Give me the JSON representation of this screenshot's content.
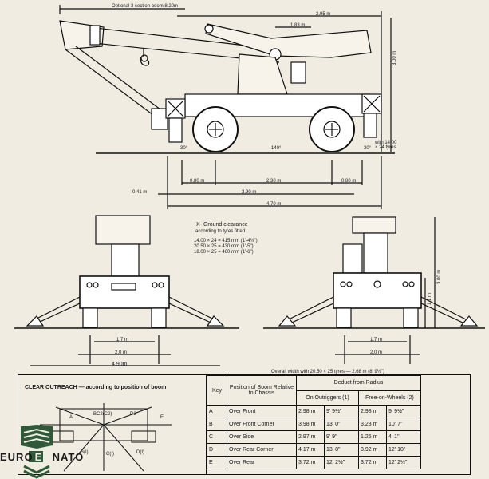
{
  "top": {
    "boom_label": "Optional 3 section boom 8.20m",
    "dim_overall_length_top": "2.95 m",
    "dim_jib": "1.83 m",
    "dim_height": "3.00 m",
    "tyre_note": "with 14.00 × 24 tyres",
    "angle_left": "30°",
    "angle_center": "140°",
    "angle_right": "30°",
    "dim_080_left": "0.80 m",
    "dim_230": "2.30 m",
    "dim_080_right": "0.80 m",
    "dim_041": "0.41 m",
    "dim_390": "3.90 m",
    "dim_470": "4.70 m"
  },
  "clearance": {
    "title": "X- Ground clearance",
    "subtitle": "according to tyres fitted",
    "lines": [
      "14.00 × 24 = 415 mm (1'-4½\")",
      "20.50 × 25 = 430 mm (1'-5\")",
      "18.00 × 25 = 460 mm (1'-6\")"
    ]
  },
  "front": {
    "dim_17": "1.7 m",
    "dim_20": "2.0 m",
    "dim_490": "4.90m"
  },
  "rear": {
    "dim_17": "1.7 m",
    "dim_20": "2.0 m",
    "dim_300": "3.00 m",
    "dim_11": "1.1 m",
    "overall_width": "Overall width with 20.50 × 25 tyres — 2.68 m (8' 9½\")"
  },
  "table": {
    "clear_outreach": "CLEAR OUTREACH — according to position of boom",
    "diagram_labels": {
      "a": "A",
      "bc2": "BC2(C2)",
      "d2": "D2",
      "e": "E",
      "b1": "B(I)",
      "c1": "C(I)",
      "d1": "D(I)"
    },
    "col_key": "Key",
    "col_position": "Position of Boom Relative to Chassis",
    "col_deduct": "Deduct from Radius",
    "col_outriggers": "On Outriggers (1)",
    "col_wheels": "Free-on-Wheels (2)",
    "rows": [
      {
        "key": "A",
        "pos": "Over Front",
        "o_m": "2.98 m",
        "o_ft": "9' 9½\"",
        "w_m": "2.98 m",
        "w_ft": "9' 9½\""
      },
      {
        "key": "B",
        "pos": "Over Front Corner",
        "o_m": "3.98 m",
        "o_ft": "13' 0\"",
        "w_m": "3.23 m",
        "w_ft": "10' 7\""
      },
      {
        "key": "C",
        "pos": "Over Side",
        "o_m": "2.97 m",
        "o_ft": "9' 9\"",
        "w_m": "1.25 m",
        "w_ft": "4' 1\""
      },
      {
        "key": "D",
        "pos": "Over Rear Corner",
        "o_m": "4.17 m",
        "o_ft": "13' 8\"",
        "w_m": "3.92 m",
        "w_ft": "12' 10\""
      },
      {
        "key": "E",
        "pos": "Over Rear",
        "o_m": "3.72 m",
        "o_ft": "12' 2½\"",
        "w_m": "3.72 m",
        "w_ft": "12' 2½\""
      }
    ]
  },
  "logo": {
    "text_left": "EURO",
    "text_mid": "EN",
    "text_right": "NATO"
  },
  "colors": {
    "ink": "#111111",
    "paper": "#f1ece2",
    "logo_green": "#2f5a3a"
  }
}
